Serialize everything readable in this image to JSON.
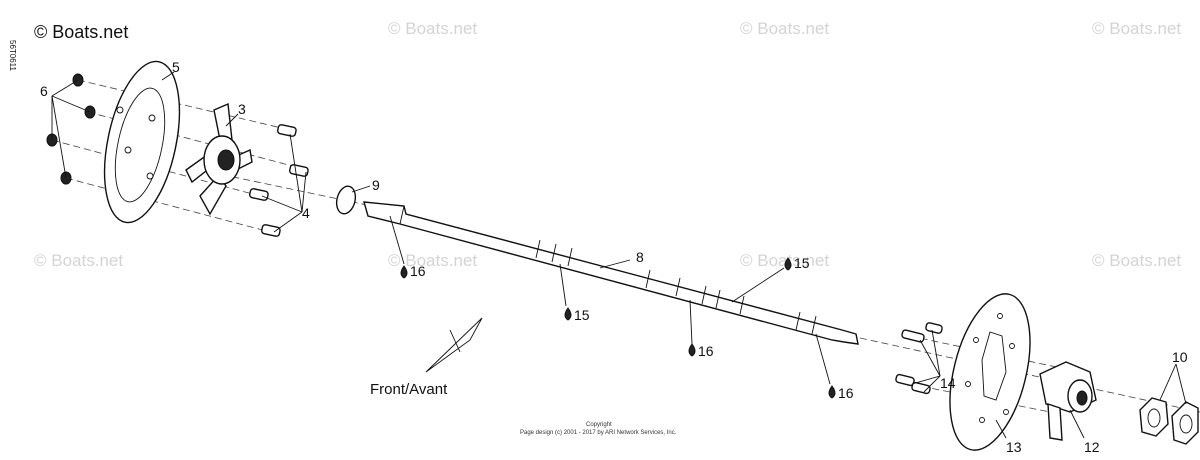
{
  "figure_id": "56T0611",
  "brand": "© Boats.net",
  "watermark": "© Boats.net",
  "front_label": "Front/Avant",
  "footer": {
    "line1": "Copyright",
    "line2": "Page design (c) 2001 - 2017 by ARI Network Services, Inc."
  },
  "callouts": {
    "c3": "3",
    "c4": "4",
    "c5": "5",
    "c6": "6",
    "c8": "8",
    "c9": "9",
    "c10": "10",
    "c12": "12",
    "c13": "13",
    "c14": "14",
    "c15a": "15",
    "c15b": "15",
    "c16a": "16",
    "c16b": "16",
    "c16c": "16"
  }
}
